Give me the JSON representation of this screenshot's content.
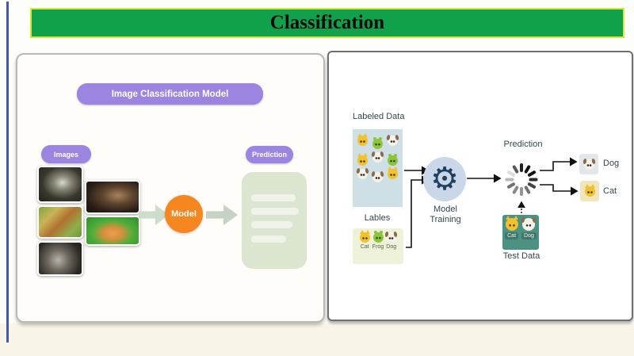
{
  "header": {
    "title": "Classification"
  },
  "left_panel": {
    "banner": "Image Classification Model",
    "images_label": "Images",
    "prediction_label": "Prediction",
    "model_label": "Model",
    "images": [
      {
        "name": "black-and-white-cat-photo"
      },
      {
        "name": "fox-on-grass-photo"
      },
      {
        "name": "gray-wolf-photo"
      },
      {
        "name": "frog-dark-photo"
      },
      {
        "name": "orange-cat-on-grass-photo"
      }
    ]
  },
  "right_panel": {
    "labeled_data": {
      "title": "Labeled Data",
      "animals": [
        "cat",
        "frog",
        "dog",
        "cat",
        "dog",
        "frog",
        "dog",
        "dog",
        "cat"
      ]
    },
    "labels_box": {
      "title": "Lables",
      "items": [
        {
          "animal": "cat",
          "label": "Cat"
        },
        {
          "animal": "frog",
          "label": "Frog"
        },
        {
          "animal": "dog",
          "label": "Dog"
        }
      ]
    },
    "model_training": {
      "line1": "Model",
      "line2": "Training",
      "gear_glyph": "⚙"
    },
    "prediction": {
      "title": "Prediction"
    },
    "outputs": [
      {
        "animal": "dog",
        "label": "Dog"
      },
      {
        "animal": "cat",
        "label": "Cat"
      }
    ],
    "test_data": {
      "title": "Test Data",
      "items": [
        {
          "animal": "cat",
          "label": "Cat"
        },
        {
          "animal": "dog",
          "label": "Dog"
        }
      ]
    }
  },
  "colors": {
    "header_green": "#12a14b",
    "header_border_yellow": "#d9e43a",
    "accent_purple": "#9b85e1",
    "model_orange": "#f6861f",
    "labeled_box_blue": "#cfdfe6",
    "labels_box_yellow": "#eef2d8",
    "gear_blob_blue": "#c9d7e9",
    "test_box_teal": "#4d9183",
    "prediction_box_green": "#b7cda6",
    "edge_line_blue": "#4254b5"
  }
}
